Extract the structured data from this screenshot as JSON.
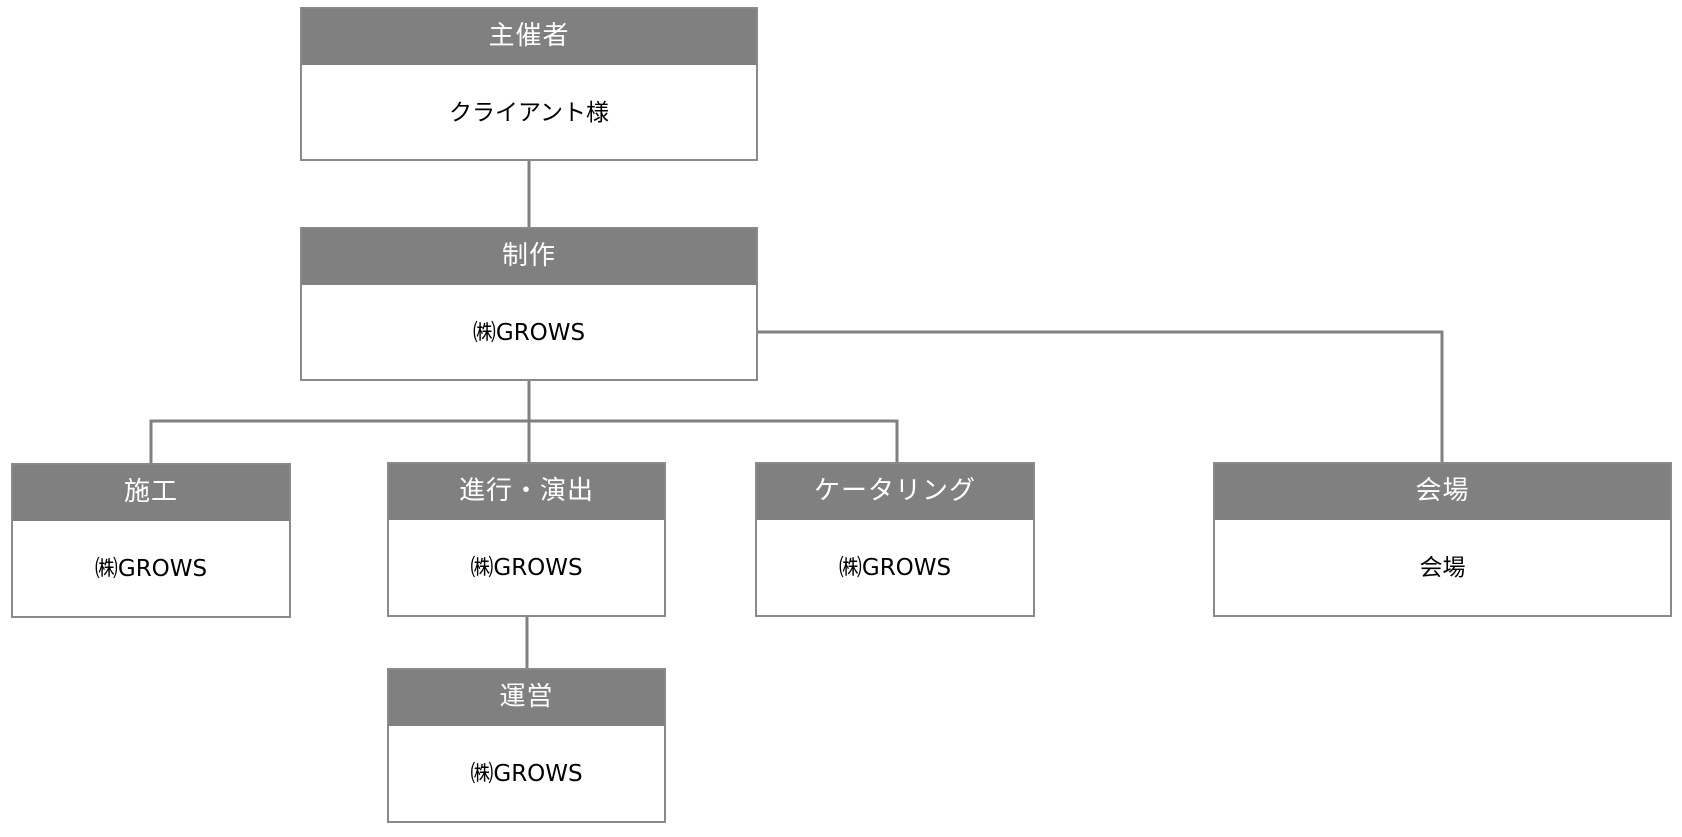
{
  "organizer": {
    "role": "主催者",
    "name": "クライアント様"
  },
  "production": {
    "role": "制作",
    "name": "㈱GROWS"
  },
  "construction": {
    "role": "施工",
    "name": "㈱GROWS"
  },
  "progress": {
    "role": "進行・演出",
    "name": "㈱GROWS"
  },
  "catering": {
    "role": "ケータリング",
    "name": "㈱GROWS"
  },
  "venue": {
    "role": "会場",
    "name": "会場"
  },
  "operations": {
    "role": "運営",
    "name": "㈱GROWS"
  },
  "colors": {
    "header": "#808080",
    "connector": "#808080",
    "border": "#8a8a8a"
  }
}
